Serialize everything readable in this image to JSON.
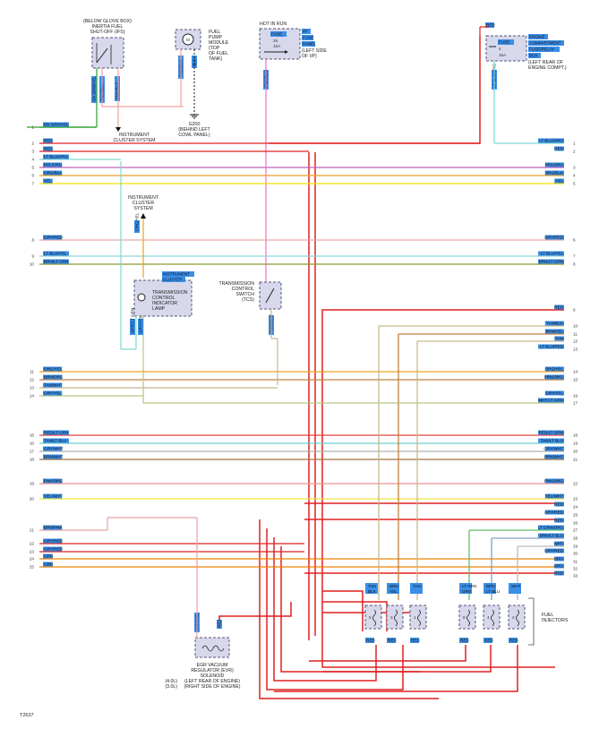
{
  "glove_box": {
    "l1": "(BELOW GLOVE BOX)",
    "l2": "INERTIA FUEL",
    "l3": "SHUT-OFF (IFS)",
    "w1": "DK GRN/YEL",
    "w2": "PNK/BLK",
    "w3": "PNK/BLK"
  },
  "fuel_pump": {
    "l1": "FUEL",
    "l2": "PUMP",
    "l3": "MODULE",
    "l4": "(TOP",
    "l5": "OF FUEL",
    "l6": "TANK)",
    "w1": "PNK/BLK",
    "w2": "BLK"
  },
  "ground": {
    "l1": "G200",
    "l2": "(BEHIND LEFT",
    "l3": "COWL PANEL)"
  },
  "cluster_top": {
    "l1": "INSTRUMENT",
    "l2": "CLUSTER SYSTEM"
  },
  "ip_fuse": {
    "hot": "HOT IN RUN",
    "fuse": "FUSE",
    "num": "26",
    "amp": "15A",
    "p1": "I/P",
    "p2": "FUSE",
    "p3": "PANEL",
    "p4": "(LEFT SIDE",
    "p5": "OF I/P)",
    "w1": "PNK/BLU"
  },
  "engine_fuse": {
    "wire": "RED",
    "fuse": "FUSE",
    "num": "4",
    "amp": "15A",
    "e1": "ENGINE",
    "e2": "COMPARTMENT",
    "e3": "FUSE/RELAY",
    "e4": "BOX",
    "e5": "(LEFT REAR OF",
    "e6": "ENGINE COMPT.)",
    "w1": "LT BLU/ORG"
  },
  "left_wires": [
    {
      "pin": "1",
      "label": "DK GRN/YEL",
      "color": "#2ea02e"
    },
    {
      "pin": "2",
      "label": "RED",
      "color": "#e02020"
    },
    {
      "pin": "3",
      "label": "RED",
      "color": "#e02020"
    },
    {
      "pin": "4",
      "label": "LT BLU/ORG",
      "color": "#7fd8d0"
    },
    {
      "pin": "5",
      "label": "PPL/ORG",
      "color": "#c060b8"
    },
    {
      "pin": "6",
      "label": "ORG/BLK",
      "color": "#e8a020"
    },
    {
      "pin": "7",
      "label": "YEL",
      "color": "#f0e000"
    },
    {
      "pin": "8",
      "label": "GRY/RED",
      "color": "#e6a6a6"
    },
    {
      "pin": "9",
      "label": "LT BLU/YEL",
      "color": "#8ed8d8"
    },
    {
      "pin": "10",
      "label": "BRN/LT GRN",
      "color": "#8a9a30"
    },
    {
      "pin": "11",
      "label": "ORG/YEL",
      "color": "#f0a020"
    },
    {
      "pin": "12",
      "label": "BRN/ORG",
      "color": "#c08040"
    },
    {
      "pin": "13",
      "label": "TAN/WHT",
      "color": "#c8b890"
    },
    {
      "pin": "14",
      "label": "GRY/YEL",
      "color": "#b8c880"
    },
    {
      "pin": "15",
      "label": "RED/LT GRN",
      "color": "#e04040"
    },
    {
      "pin": "16",
      "label": "TAN/LT BLU",
      "color": "#6ad0d0"
    },
    {
      "pin": "17",
      "label": "GRY/WHT",
      "color": "#b0b0b0"
    },
    {
      "pin": "18",
      "label": "BRN/WHT",
      "color": "#a07040"
    },
    {
      "pin": "19",
      "label": "PNK/ORG",
      "color": "#f09090"
    },
    {
      "pin": "20",
      "label": "YEL/WHT",
      "color": "#f0e840"
    },
    {
      "pin": "21",
      "label": "BRN/PNK",
      "color": "#e8a0a0"
    },
    {
      "pin": "22",
      "label": "GRY/RED",
      "color": "#e02020"
    },
    {
      "pin": "23",
      "label": "GRY/RED",
      "color": "#e02020"
    },
    {
      "pin": "24",
      "label": "ORG",
      "color": "#f08000"
    },
    {
      "pin": "25",
      "label": "ORG",
      "color": "#f08000"
    }
  ],
  "right_wires": [
    {
      "pin": "1",
      "label": "LT BLU/ORG"
    },
    {
      "pin": "2",
      "label": "RED"
    },
    {
      "pin": "3",
      "label": "PPL/ORG"
    },
    {
      "pin": "4",
      "label": "ORG/BLK"
    },
    {
      "pin": "5",
      "label": "YEL"
    },
    {
      "pin": "6",
      "label": "GRY/RED"
    },
    {
      "pin": "7",
      "label": "LT BLU/YEL"
    },
    {
      "pin": "8",
      "label": "BRN/LT GRN"
    },
    {
      "pin": "9",
      "label": "RED"
    },
    {
      "pin": "10",
      "label": "TAN/BLK"
    },
    {
      "pin": "11",
      "label": "BRN/YEL"
    },
    {
      "pin": "12",
      "label": "TAN"
    },
    {
      "pin": "13",
      "label": "LT BLU/RED"
    },
    {
      "pin": "14",
      "label": "ORG/YEL"
    },
    {
      "pin": "15",
      "label": "BRN/ORG"
    },
    {
      "pin": "16",
      "label": "GRY/YEL"
    },
    {
      "pin": "17",
      "label": "WHT/LT GRN"
    },
    {
      "pin": "18",
      "label": "RED/LT GRN"
    },
    {
      "pin": "19",
      "label": "TAN/LT BLU"
    },
    {
      "pin": "20",
      "label": "GRY/WHT"
    },
    {
      "pin": "21",
      "label": "BRN/WHT"
    },
    {
      "pin": "22",
      "label": "PNK/ORG"
    },
    {
      "pin": "23",
      "label": "YEL/WHT"
    },
    {
      "pin": "24",
      "label": "RED"
    },
    {
      "pin": "25",
      "label": "GRY/RED"
    },
    {
      "pin": "26",
      "label": "RED"
    },
    {
      "pin": "27",
      "label": "LT GRN/ORG"
    },
    {
      "pin": "28",
      "label": "BRN/LT BLU"
    },
    {
      "pin": "29",
      "label": "WHT"
    },
    {
      "pin": "30",
      "label": "GRY/RED"
    },
    {
      "pin": "31",
      "label": "ORG"
    },
    {
      "pin": "32",
      "label": "ORG"
    },
    {
      "pin": "33",
      "label": "RED"
    }
  ],
  "tcil": {
    "l1": "TRANSMISSION",
    "l2": "CONTROL",
    "l3": "INDICATOR",
    "l4": "LAMP",
    "tag": "INSTRUMENT",
    "tag2": "CLUSTER",
    "cluster1": "INSTRUMENT",
    "cluster2": "CLUSTER",
    "cluster3": "SYSTEM",
    "w_top": "ORG/YEL",
    "w_bot": "GRY/YEL",
    "w_left": "WHT/LT GRN"
  },
  "tcs": {
    "l1": "TRANSMISSION",
    "l2": "CONTROL",
    "l3": "SWITCH",
    "l4": "(TCS)",
    "w1": "PNK/WHT"
  },
  "injectors": {
    "label1": "FUEL",
    "label2": "INJECTORS",
    "items": [
      {
        "n": "5",
        "top1": "TAN",
        "top2": "BLK",
        "bot": "RED"
      },
      {
        "n": "3",
        "top1": "BRN",
        "top2": "YEL",
        "bot": "RED"
      },
      {
        "n": "1",
        "top1": "TAN",
        "top2": "",
        "bot": "RED"
      },
      {
        "n": "6",
        "top1": "LT GRN",
        "top2": "ORG",
        "bot": "RED"
      },
      {
        "n": "4",
        "top1": "BRN",
        "top2": "LT BLU",
        "bot": "RED"
      },
      {
        "n": "2",
        "top1": "WHT",
        "top2": "",
        "bot": "RED"
      }
    ]
  },
  "evr": {
    "l1": "EGR VACUUM",
    "l2": "REGULATOR (EVR)",
    "l3": "SOLENOID",
    "l4": "(LEFT REAR OF ENGINE)",
    "l5": "(RIGHT SIDE OF ENGINE)",
    "e1": "(4.0L)",
    "e2": "(3.0L)",
    "w1": "GRY/YEL",
    "w2": "RED"
  },
  "footer": {
    "code": "T2637"
  }
}
